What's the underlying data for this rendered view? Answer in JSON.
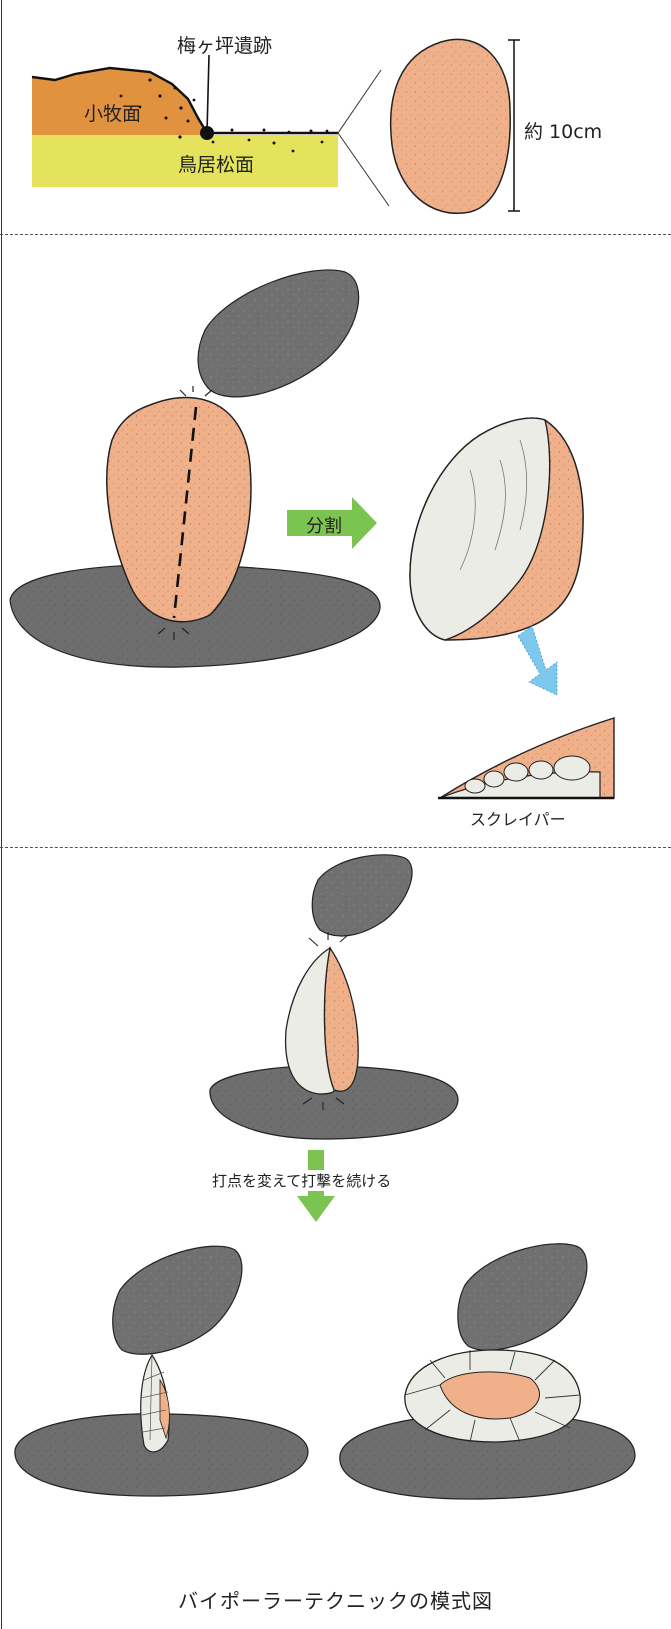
{
  "labels": {
    "site": "梅ヶ坪遺跡",
    "komaki": "小牧面",
    "toriimatsu": "鳥居松面",
    "size": "約 10cm",
    "split": "分割",
    "scraper": "スクレイパー",
    "continue": "打点を変えて打撃を続ける",
    "caption": "バイポーラーテクニックの模式図"
  },
  "colors": {
    "orange_layer": "#E0923F",
    "yellow_layer": "#E4E35B",
    "stone_orange": "#F0B08A",
    "anvil_gray": "#6E6E6E",
    "hammer_gray": "#707070",
    "flake_face": "#ECECE6",
    "arrow_green": "#7CC451",
    "arrow_blue": "#7CC8EE"
  }
}
